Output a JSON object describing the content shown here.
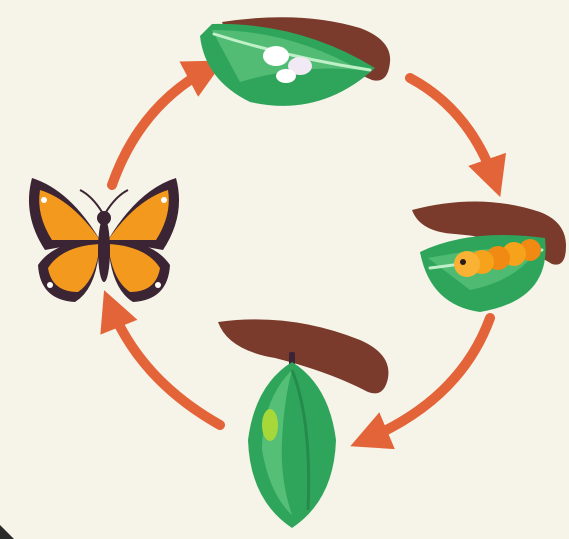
{
  "diagram": {
    "type": "life-cycle",
    "stages": [
      {
        "id": "egg",
        "icon": "eggs-on-leaf-icon"
      },
      {
        "id": "larva",
        "icon": "caterpillar-on-leaf-icon"
      },
      {
        "id": "pupa",
        "icon": "chrysalis-on-branch-icon"
      },
      {
        "id": "adult",
        "icon": "butterfly-icon"
      }
    ],
    "flow": [
      "egg",
      "larva",
      "pupa",
      "adult",
      "egg"
    ],
    "colors": {
      "background": "#f6f4e8",
      "arrow": "#e4643a",
      "leaf": "#2fa55b",
      "leaf_light": "#6fd08a",
      "branch": "#7a3b2c",
      "caterpillar": "#f7a21b",
      "butterfly_orange": "#f39a1e",
      "butterfly_dark": "#3b2433"
    }
  }
}
